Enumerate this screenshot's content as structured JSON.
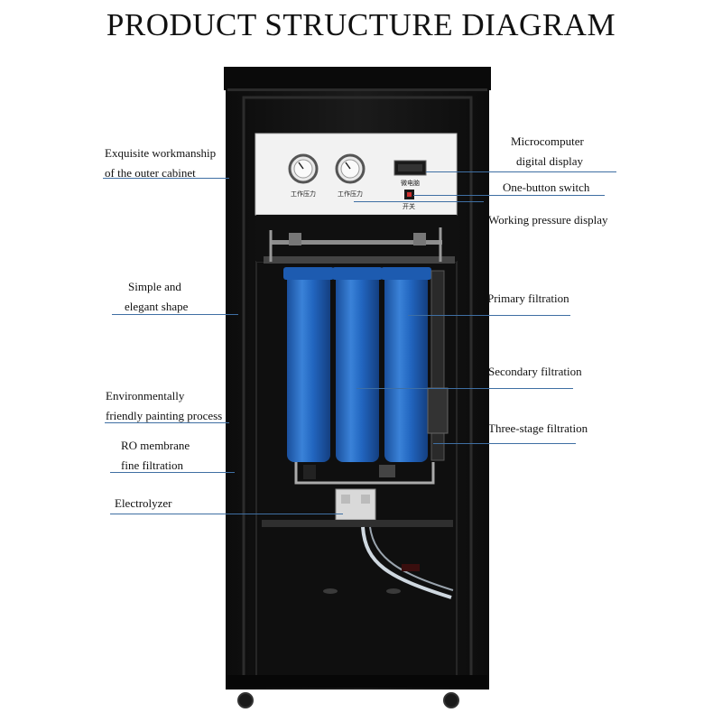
{
  "title": "PRODUCT STRUCTURE DIAGRAM",
  "labels": {
    "cabinet": [
      "Exquisite workmanship",
      "of the outer cabinet"
    ],
    "shape": [
      "Simple and",
      "elegant shape"
    ],
    "painting": [
      "Environmentally",
      "friendly painting process"
    ],
    "ro": [
      "RO membrane",
      "fine filtration"
    ],
    "electrolyzer": "Electrolyzer",
    "microcomputer": [
      "Microcomputer",
      "digital display"
    ],
    "switch": "One-button switch",
    "pressure": "Working pressure display",
    "primary": "Primary filtration",
    "secondary": "Secondary filtration",
    "three_stage": "Three-stage filtration"
  },
  "panel": {
    "gauge1": "工作压力",
    "gauge2": "工作压力",
    "display_label": "微电脑",
    "switch_label": "开关"
  },
  "colors": {
    "cabinet": "#141414",
    "filter": "#1f5fb8",
    "leader": "#3f6fa3",
    "panel": "#f2f2f2"
  }
}
